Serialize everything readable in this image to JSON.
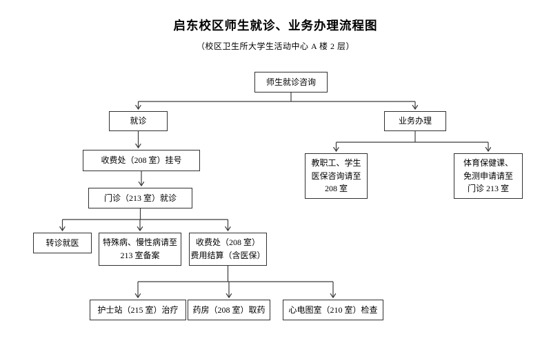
{
  "header": {
    "title": "启东校区师生就诊、业务办理流程图",
    "subtitle": "（校区卫生所大学生活动中心 A 楼 2 层）"
  },
  "colors": {
    "background": "#ffffff",
    "box_border": "#2f2f2f",
    "connector_line": "#3b3b3b",
    "text": "#000000"
  },
  "nodes": {
    "consult": {
      "label": "师生就诊咨询"
    },
    "visit": {
      "label": "就诊"
    },
    "business": {
      "label": "业务办理"
    },
    "register": {
      "label": "收费处（208 室）挂号"
    },
    "outpatient": {
      "label": "门诊（213 室）就诊"
    },
    "referral": {
      "label": "转诊就医"
    },
    "special": {
      "label": "特殊病、慢性病请至\n213 室备案"
    },
    "settlement": {
      "label": "收费处（208 室）\n费用结算（含医保）"
    },
    "nurse": {
      "label": "护士站（215 室）治疗"
    },
    "pharmacy": {
      "label": "药房（208 室）取药"
    },
    "ecg": {
      "label": "心电图室（210 室）检查"
    },
    "insurance": {
      "label": "教职工、学生\n医保咨询请至\n208 室"
    },
    "pe": {
      "label": "体育保健课、\n免测申请请至\n门诊 213 室"
    }
  },
  "edges": [
    {
      "from": "consult",
      "to": [
        "visit",
        "business"
      ]
    },
    {
      "from": "visit",
      "to": [
        "register"
      ]
    },
    {
      "from": "register",
      "to": [
        "outpatient"
      ]
    },
    {
      "from": "outpatient",
      "to": [
        "referral",
        "special",
        "settlement"
      ]
    },
    {
      "from": "settlement",
      "to": [
        "nurse",
        "pharmacy",
        "ecg"
      ]
    },
    {
      "from": "business",
      "to": [
        "insurance",
        "pe"
      ]
    }
  ]
}
